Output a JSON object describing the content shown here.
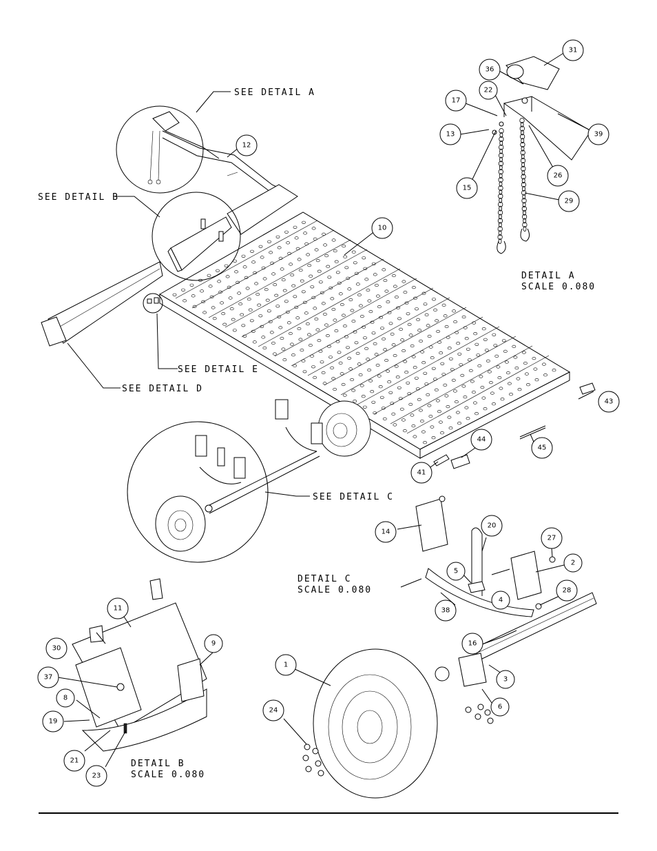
{
  "callouts": {
    "see_detail_a": "SEE DETAIL  A",
    "see_detail_b": "SEE DETAIL  B",
    "see_detail_c": "SEE DETAIL  C",
    "see_detail_d": "SEE DETAIL  D",
    "see_detail_e": "SEE DETAIL  E"
  },
  "detail_titles": {
    "a": {
      "name": "DETAIL  A",
      "scale": "SCALE  0.080"
    },
    "b": {
      "name": "DETAIL  B",
      "scale": "SCALE  0.080"
    },
    "c": {
      "name": "DETAIL  C",
      "scale": "SCALE  0.080"
    }
  },
  "item_numbers": {
    "n1": "1",
    "n2": "2",
    "n3": "3",
    "n4": "4",
    "n5": "5",
    "n6": "6",
    "n8": "8",
    "n9": "9",
    "n10": "10",
    "n11": "11",
    "n12": "12",
    "n13": "13",
    "n14": "14",
    "n15": "15",
    "n16": "16",
    "n17": "17",
    "n19": "19",
    "n20": "20",
    "n21": "21",
    "n22": "22",
    "n23": "23",
    "n24": "24",
    "n26": "26",
    "n27": "27",
    "n28": "28",
    "n29": "29",
    "n30": "30",
    "n31": "31",
    "n36": "36",
    "n37": "37",
    "n38": "38",
    "n39": "39",
    "n41": "41",
    "n43": "43",
    "n44": "44",
    "n45": "45"
  }
}
